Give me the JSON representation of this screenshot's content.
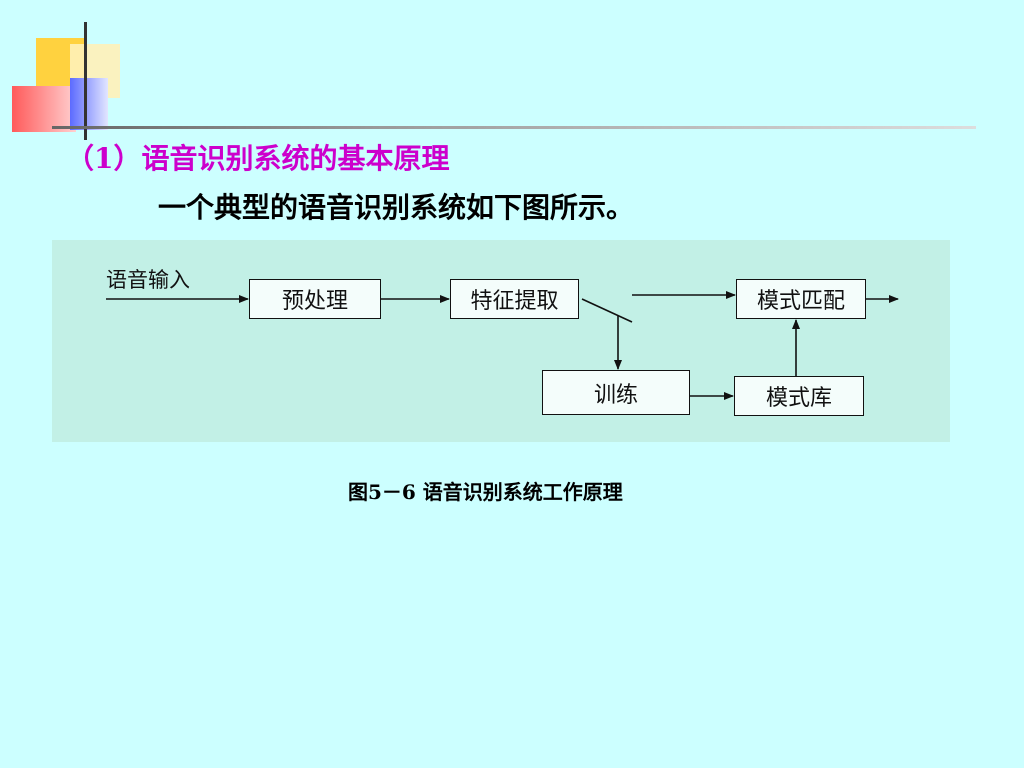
{
  "slide": {
    "heading": "（1）语音识别系统的基本原理",
    "intro": "一个典型的语音识别系统如下图所示。",
    "caption": "图5－6 语音识别系统工作原理"
  },
  "diagram": {
    "input_label": "语音输入",
    "nodes": {
      "preprocess": "预处理",
      "feature_extraction": "特征提取",
      "pattern_matching": "模式匹配",
      "training": "训练",
      "pattern_library": "模式库"
    }
  },
  "colors": {
    "background": "#ccffff",
    "heading": "#cc00cc",
    "diagram_panel": "#c2f0e6"
  }
}
